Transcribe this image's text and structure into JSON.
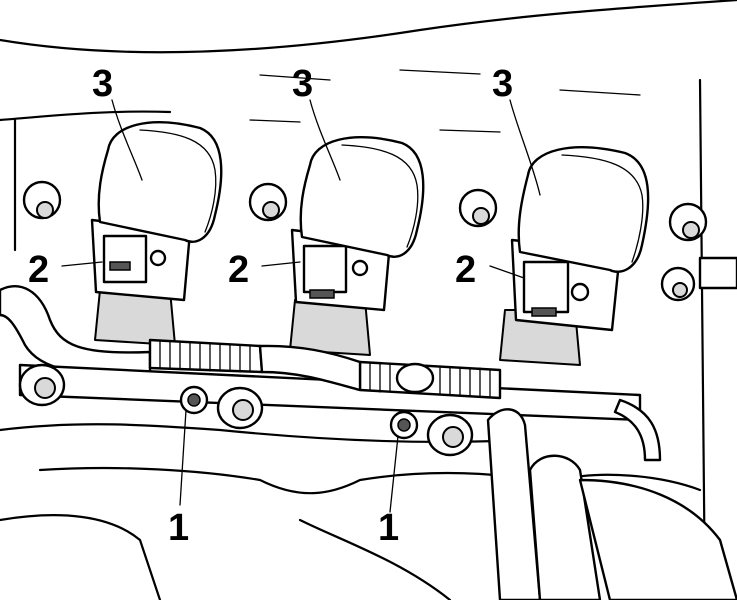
{
  "callouts": {
    "coil_top_1": "3",
    "coil_top_2": "3",
    "coil_top_3": "3",
    "connector_1": "2",
    "connector_2": "2",
    "connector_3": "2",
    "bolt_1": "1",
    "bolt_2": "1"
  },
  "colors": {
    "line": "#000000",
    "background": "#ffffff",
    "shade": "#d9d9d9"
  }
}
